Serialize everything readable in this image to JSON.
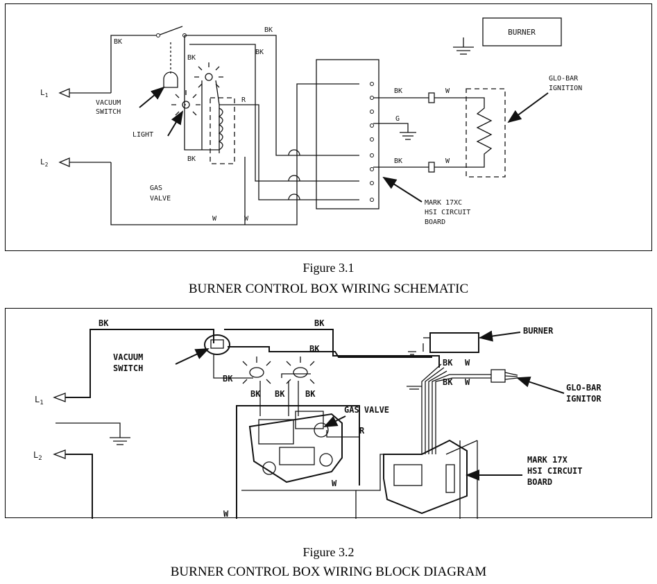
{
  "figure1": {
    "number": "Figure 3.1",
    "title": "BURNER CONTROL BOX WIRING SCHEMATIC",
    "labels": {
      "l1": "L",
      "l1_sub": "1",
      "l2": "L",
      "l2_sub": "2",
      "vacuum_switch_1": "VACUUM",
      "vacuum_switch_2": "SWITCH",
      "light": "LIGHT",
      "gas_valve_1": "GAS",
      "gas_valve_2": "VALVE",
      "burner": "BURNER",
      "globar_1": "GLO-BAR",
      "globar_2": "IGNITION",
      "board_1": "MARK 17XC",
      "board_2": "HSI CIRCUIT",
      "board_3": "BOARD",
      "bk": "BK",
      "w": "W",
      "r": "R",
      "g": "G"
    }
  },
  "figure2": {
    "number": "Figure 3.2",
    "title": "BURNER CONTROL BOX WIRING BLOCK DIAGRAM",
    "labels": {
      "l1": "L",
      "l1_sub": "1",
      "l2": "L",
      "l2_sub": "2",
      "vacuum_switch_1": "VACUUM",
      "vacuum_switch_2": "SWITCH",
      "gas_valve": "GAS  VALVE",
      "burner": "BURNER",
      "globar_1": "GLO-BAR",
      "globar_2": "IGNITOR",
      "board_1": "MARK 17X",
      "board_2": "HSI CIRCUIT",
      "board_3": "BOARD",
      "bk": "BK",
      "w": "W",
      "r": "R"
    }
  }
}
